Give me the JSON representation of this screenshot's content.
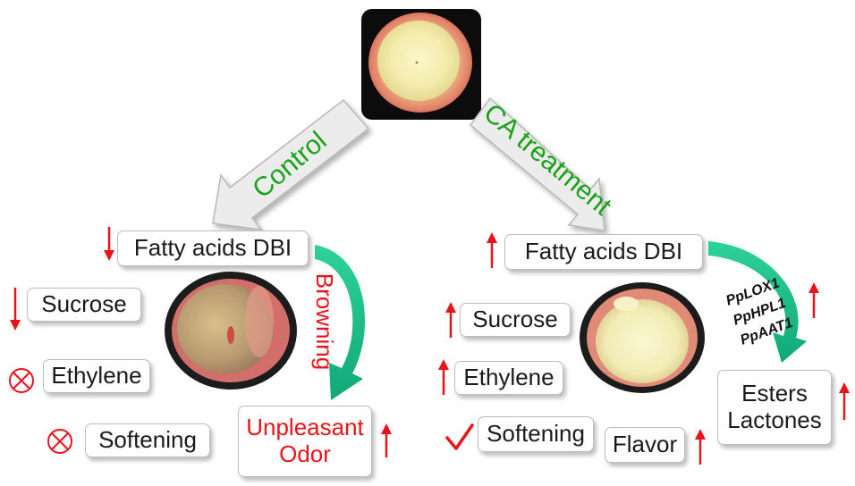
{
  "labels": {
    "control": "Control",
    "ca_treatment": "CA treatment",
    "browning": "Browning"
  },
  "control_side": {
    "fatty_acids": "Fatty acids DBI",
    "sucrose": "Sucrose",
    "ethylene": "Ethylene",
    "softening": "Softening",
    "outcome_line1": "Unpleasant",
    "outcome_line2": "Odor"
  },
  "ca_side": {
    "fatty_acids": "Fatty acids DBI",
    "sucrose": "Sucrose",
    "ethylene": "Ethylene",
    "softening": "Softening",
    "flavor": "Flavor",
    "esters": "Esters",
    "lactones": "Lactones",
    "genes": [
      "PpLOX1",
      "PpHPL1",
      "PpAAT1"
    ]
  },
  "colors": {
    "green_text": "#1aa31a",
    "red": "#e8141a",
    "teal_arrow": "#1fbf8a",
    "grey_arrow": "#e6e6e6"
  }
}
